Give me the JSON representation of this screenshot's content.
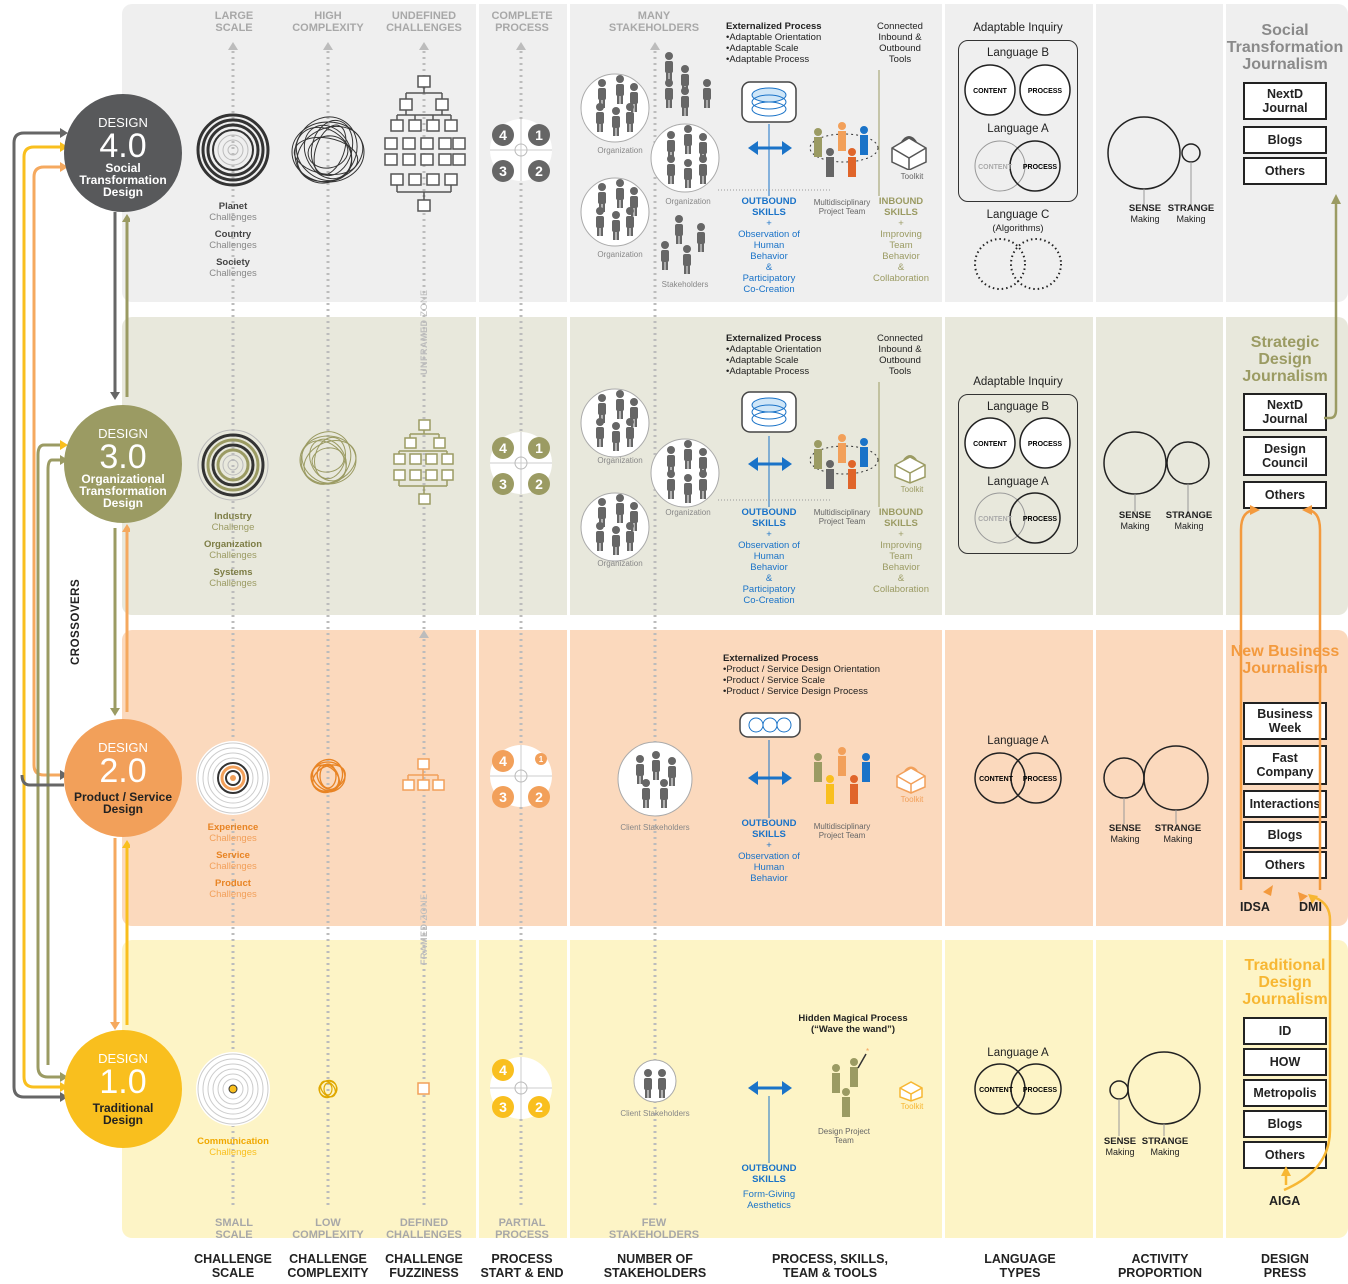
{
  "columns": {
    "headers": [
      {
        "top": "LARGE",
        "bottom": "SCALE"
      },
      {
        "top": "HIGH",
        "bottom": "COMPLEXITY"
      },
      {
        "top": "UNDEFINED",
        "bottom": "CHALLENGES"
      },
      {
        "top": "COMPLETE",
        "bottom": "PROCESS"
      },
      {
        "top": "MANY",
        "bottom": "STAKEHOLDERS"
      }
    ],
    "footers": [
      {
        "top": "SMALL",
        "bottom": "SCALE"
      },
      {
        "top": "LOW",
        "bottom": "COMPLEXITY"
      },
      {
        "top": "DEFINED",
        "bottom": "CHALLENGES"
      },
      {
        "top": "PARTIAL",
        "bottom": "PROCESS"
      },
      {
        "top": "FEW",
        "bottom": "STAKEHOLDERS"
      }
    ],
    "axis_labels": [
      {
        "top": "CHALLENGE",
        "bottom": "SCALE"
      },
      {
        "top": "CHALLENGE",
        "bottom": "COMPLEXITY"
      },
      {
        "top": "CHALLENGE",
        "bottom": "FUZZINESS"
      },
      {
        "top": "PROCESS",
        "bottom": "START & END"
      },
      {
        "top": "NUMBER OF",
        "bottom": "STAKEHOLDERS"
      },
      {
        "top": "PROCESS, SKILLS,",
        "bottom": "TEAM & TOOLS"
      },
      {
        "top": "LANGUAGE",
        "bottom": "TYPES"
      },
      {
        "top": "ACTIVITY",
        "bottom": "PROPORTION"
      },
      {
        "top": "DESIGN",
        "bottom": "PRESS"
      }
    ]
  },
  "side_label": "CROSSOVERS",
  "zones": {
    "unframed": "UNFRAMED ZONE",
    "framed": "FRAMED ZONE",
    "unframed_bold": "UNFRAMED",
    "unframed_light": " ZONE",
    "framed_bold": "FRAMED",
    "framed_light": " ZONE"
  },
  "levels": {
    "d4": {
      "label": "DESIGN",
      "num": "4.0",
      "name": "Social Transformation Design",
      "color": "#58595b",
      "challenges": [
        {
          "b": "Planet",
          "l": "Challenges"
        },
        {
          "b": "Country",
          "l": "Challenges"
        },
        {
          "b": "Society",
          "l": "Challenges"
        }
      ],
      "press_title": "Social Transformation Journalism",
      "press_color": "#8a8a8a",
      "press": [
        "NextD Journal",
        "Blogs",
        "Others"
      ]
    },
    "d3": {
      "label": "DESIGN",
      "num": "3.0",
      "name": "Organizational Transformation Design",
      "color": "#9b9b63",
      "challenges": [
        {
          "b": "Industry",
          "l": "Challenge"
        },
        {
          "b": "Organization",
          "l": "Challenges"
        },
        {
          "b": "Systems",
          "l": "Challenges"
        }
      ],
      "press_title": "Strategic Design Journalism",
      "press_color": "#9b9b63",
      "press": [
        "NextD Journal",
        "Design Council",
        "Others"
      ]
    },
    "d2": {
      "label": "DESIGN",
      "num": "2.0",
      "name": "Product / Service Design",
      "color": "#f2a05a",
      "challenges": [
        {
          "b": "Experience",
          "l": "Challenges"
        },
        {
          "b": "Service",
          "l": "Challenges"
        },
        {
          "b": "Product",
          "l": "Challenges"
        }
      ],
      "press_title": "New Business Journalism",
      "press_color": "#f39a3e",
      "press": [
        "Business Week",
        "Fast Company",
        "Interactions",
        "Blogs",
        "Others"
      ]
    },
    "d1": {
      "label": "DESIGN",
      "num": "1.0",
      "name": "Traditional Design",
      "color": "#f9bf1e",
      "challenges": [
        {
          "b": "Communication",
          "l": "Challenges"
        }
      ],
      "press_title": "Traditional Design Journalism",
      "press_color": "#f7b733",
      "press": [
        "ID",
        "HOW",
        "Metropolis",
        "Blogs",
        "Others"
      ]
    }
  },
  "press_sources": {
    "idsa": "IDSA",
    "dmi": "DMI",
    "aiga": "AIGA"
  },
  "process": {
    "externalized_title": "Externalized Process",
    "externalized_items": [
      "•Adaptable Orientation",
      "•Adaptable Scale",
      "•Adaptable Process"
    ],
    "externalized_items_d2": [
      "•Product / Service Design Orientation",
      "•Product / Service Scale",
      "•Product / Service Design Process"
    ],
    "tools": "Connected Inbound & Outbound Tools",
    "toolkit": "Toolkit",
    "team": "Multidisciplinary Project Team",
    "design_team": "Design Project Team",
    "outbound": "OUTBOUND SKILLS",
    "plus": "+",
    "observation": "Observation of Human Behavior",
    "amp": "&",
    "participatory": "Participatory Co-Creation",
    "inbound": "INBOUND SKILLS",
    "improving": "Improving Team Behavior",
    "collaboration": "Collaboration",
    "hidden_title": "Hidden Magical Process",
    "hidden_sub": "(“Wave the wand”)",
    "form_giving": "Form-Giving Aesthetics"
  },
  "stakeholders": {
    "organization": "Organization",
    "stakeholders": "Stakeholders",
    "client": "Client Stakeholders"
  },
  "language": {
    "adaptable": "Adaptable Inquiry",
    "lang_a": "Language A",
    "lang_b": "Language B",
    "lang_c": "Language C",
    "algorithms": "(Algorithms)",
    "content": "CONTENT",
    "process": "PROCESS"
  },
  "activity": {
    "sense": "SENSE",
    "sense_sub": "Making",
    "strange": "STRANGE",
    "strange_sub": "Making"
  },
  "numbers": [
    "1",
    "2",
    "3",
    "4"
  ]
}
